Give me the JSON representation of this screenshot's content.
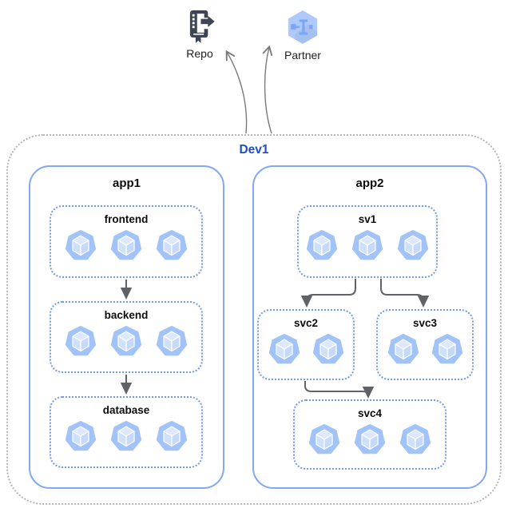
{
  "colors": {
    "cluster_border": "#b5b5b5",
    "app_border": "#82a8ef",
    "service_border": "#6f9bea",
    "cluster_label": "#1a4fc7",
    "pod_fill": "#a2c3f7",
    "arrow": "#5f6368",
    "repo_icon": "#3e4552",
    "partner_hexagon": "#aecafb"
  },
  "external_nodes": [
    {
      "id": "repo",
      "label": "Repo",
      "icon": "source-repository-icon"
    },
    {
      "id": "partner",
      "label": "Partner",
      "icon": "partner-interconnect-icon"
    }
  ],
  "cluster": {
    "label": "Dev1",
    "apps": [
      {
        "label": "app1",
        "services": [
          {
            "label": "frontend",
            "pods": 3
          },
          {
            "label": "backend",
            "pods": 3
          },
          {
            "label": "database",
            "pods": 3
          }
        ]
      },
      {
        "label": "app2",
        "services": [
          {
            "label": "sv1",
            "pods": 3
          },
          {
            "label": "svc2",
            "pods": 2
          },
          {
            "label": "svc3",
            "pods": 2
          },
          {
            "label": "svc4",
            "pods": 3
          }
        ]
      }
    ],
    "edges": [
      {
        "from": "frontend",
        "to": "backend"
      },
      {
        "from": "backend",
        "to": "database"
      },
      {
        "from": "sv1",
        "to": "svc2"
      },
      {
        "from": "sv1",
        "to": "svc3"
      },
      {
        "from": "svc2",
        "to": "svc4"
      },
      {
        "from": "Dev1",
        "to": "Repo"
      },
      {
        "from": "Dev1",
        "to": "Partner"
      }
    ]
  }
}
